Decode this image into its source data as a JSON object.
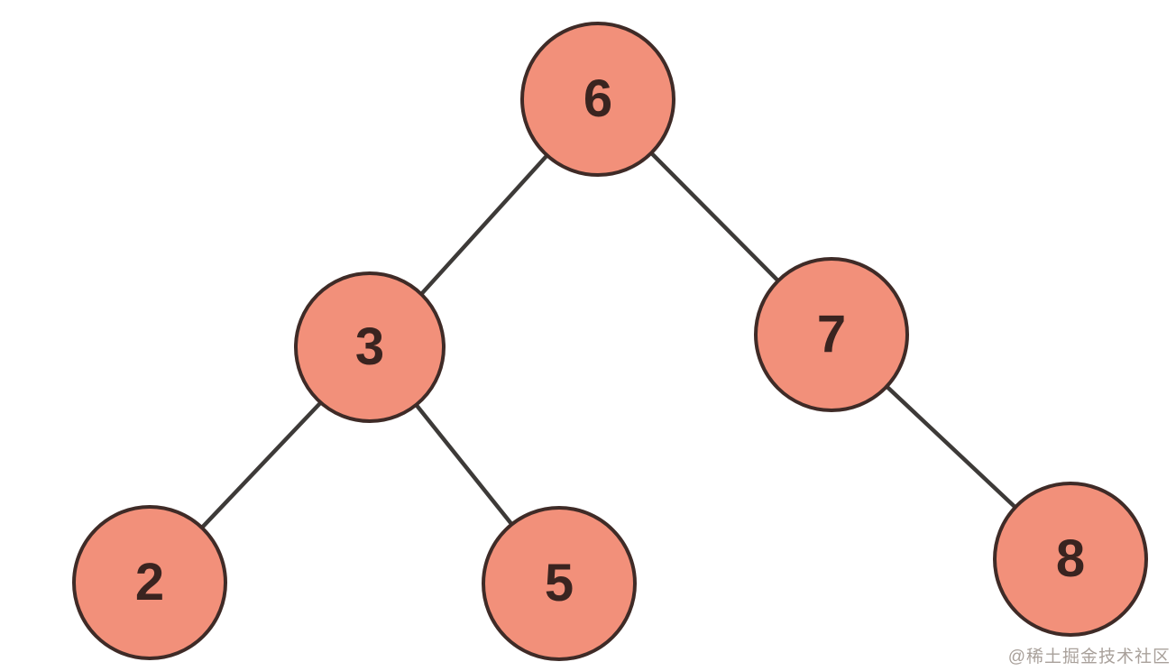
{
  "diagram": {
    "type": "binary-tree",
    "nodes": [
      {
        "id": "6",
        "value": "6",
        "level": 0,
        "role": "root"
      },
      {
        "id": "3",
        "value": "3",
        "level": 1,
        "role": "left-child-of-6"
      },
      {
        "id": "7",
        "value": "7",
        "level": 1,
        "role": "right-child-of-6"
      },
      {
        "id": "2",
        "value": "2",
        "level": 2,
        "role": "left-child-of-3"
      },
      {
        "id": "5",
        "value": "5",
        "level": 2,
        "role": "right-child-of-3"
      },
      {
        "id": "8",
        "value": "8",
        "level": 2,
        "role": "right-child-of-7"
      }
    ],
    "edges": [
      {
        "from": "6",
        "to": "3"
      },
      {
        "from": "6",
        "to": "7"
      },
      {
        "from": "3",
        "to": "2"
      },
      {
        "from": "3",
        "to": "5"
      },
      {
        "from": "7",
        "to": "8"
      }
    ],
    "colors": {
      "node_fill": "#f2907a",
      "node_border": "#3f2b27",
      "edge": "#3d3a38",
      "node_text": "#3a2420",
      "watermark_text": "#a9a19b",
      "background": "#ffffff"
    }
  },
  "watermark": {
    "text": "@稀土掘金技术社区"
  }
}
